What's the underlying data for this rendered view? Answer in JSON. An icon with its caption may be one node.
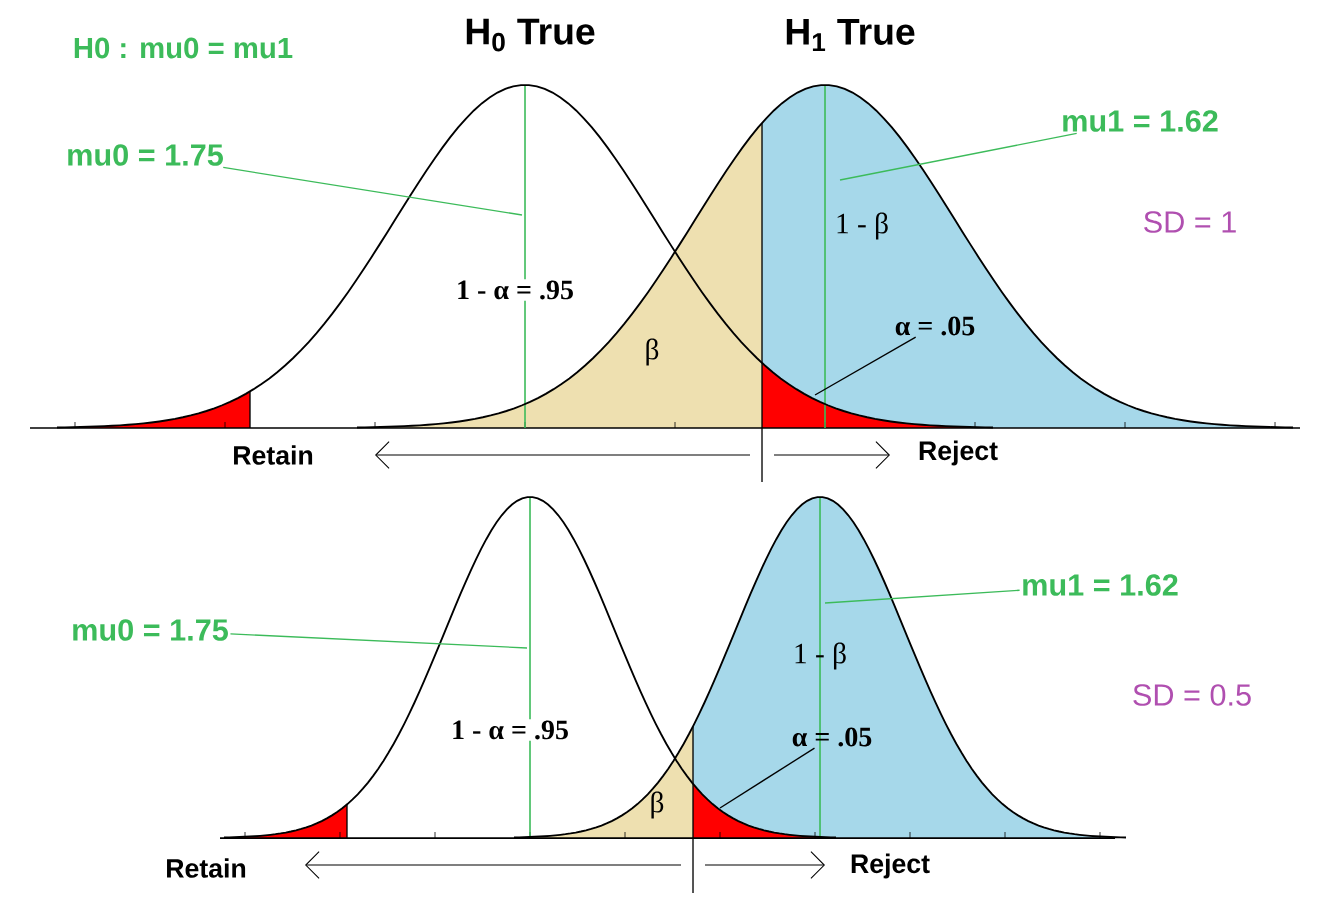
{
  "diagram": {
    "nodes": [
      {
        "text": [
          "mu0 = 1.75"
        ]
      },
      {
        "text": [
          "mu1 = 1.62"
        ]
      },
      {
        "text": [
          "α = .05"
        ]
      },
      {
        "text": [
          "mu0 = 1.75"
        ]
      },
      {
        "text": [
          "mu1 = 1.62"
        ]
      },
      {
        "text": [
          "α = .05"
        ]
      }
    ],
    "edges": [
      {
        "from": 0,
        "to": null,
        "arrow": "none"
      },
      {
        "from": 1,
        "to": null,
        "arrow": "none"
      },
      {
        "from": 2,
        "to": null,
        "arrow": "none",
        "color": "#000000"
      },
      {
        "from": 3,
        "to": null,
        "arrow": "none"
      },
      {
        "from": 4,
        "to": null,
        "arrow": "none"
      },
      {
        "from": 5,
        "to": null,
        "arrow": "none",
        "color": "#000000"
      }
    ],
    "labels": [
      "H0 : mu0 = mu1",
      "H$_{0}$ True",
      "H$_{1}$ True",
      "SD = 1",
      "1 - α = .95",
      "β",
      "1 - β",
      "Retain",
      "Reject",
      "1 - β",
      "SD = 0.5",
      "1 - α = .95",
      "β",
      "Retain",
      "Reject"
    ]
  }
}
